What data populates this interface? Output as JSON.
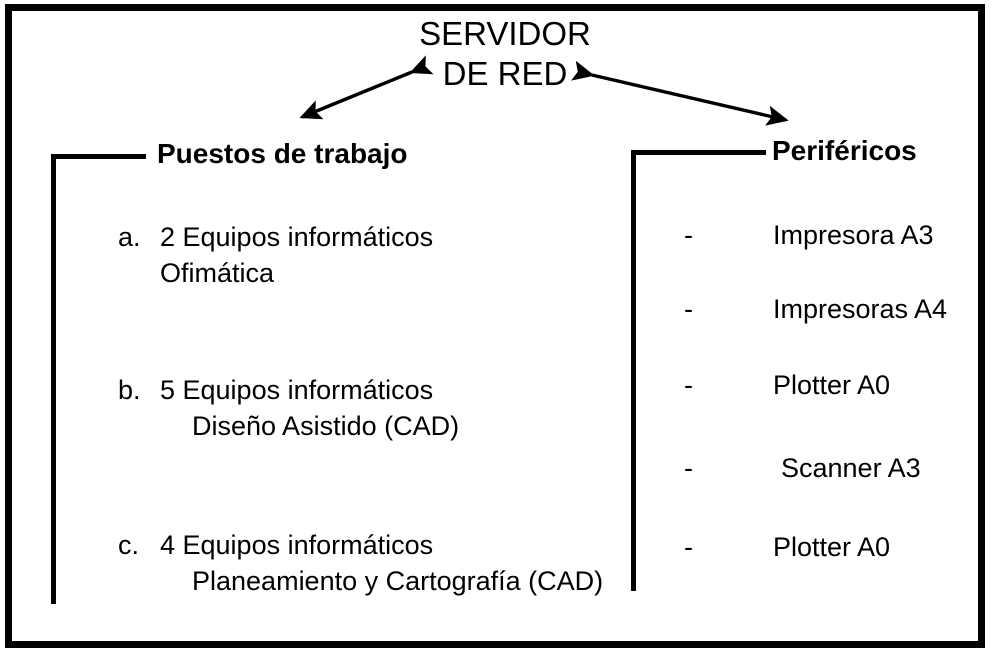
{
  "diagram": {
    "title": "SERVIDOR\nDE RED",
    "title_line1": "SERVIDOR",
    "title_line2": "DE RED",
    "frame_color": "#000000",
    "text_color": "#000000",
    "background_color": "#ffffff",
    "branches": [
      {
        "id": "puestos-de-trabajo",
        "heading": "Puestos de trabajo",
        "connector": "double-arrow",
        "items": [
          {
            "marker": "a.",
            "line1": "2 Equipos informáticos",
            "line2": "Ofimática"
          },
          {
            "marker": "b.",
            "line1": "5 Equipos informáticos",
            "line2": "Diseño Asistido (CAD)"
          },
          {
            "marker": "c.",
            "line1": "4 Equipos informáticos",
            "line2": "Planeamiento y Cartografía (CAD)"
          }
        ]
      },
      {
        "id": "perifericos",
        "heading": "Periféricos",
        "connector": "double-arrow",
        "items": [
          {
            "marker": "-",
            "label": "Impresora  A3"
          },
          {
            "marker": "-",
            "label": "Impresoras  A4"
          },
          {
            "marker": "-",
            "label": "Plotter  A0"
          },
          {
            "marker": "-",
            "label": "Scanner  A3"
          },
          {
            "marker": "-",
            "label": "Plotter  A0"
          }
        ]
      }
    ]
  }
}
